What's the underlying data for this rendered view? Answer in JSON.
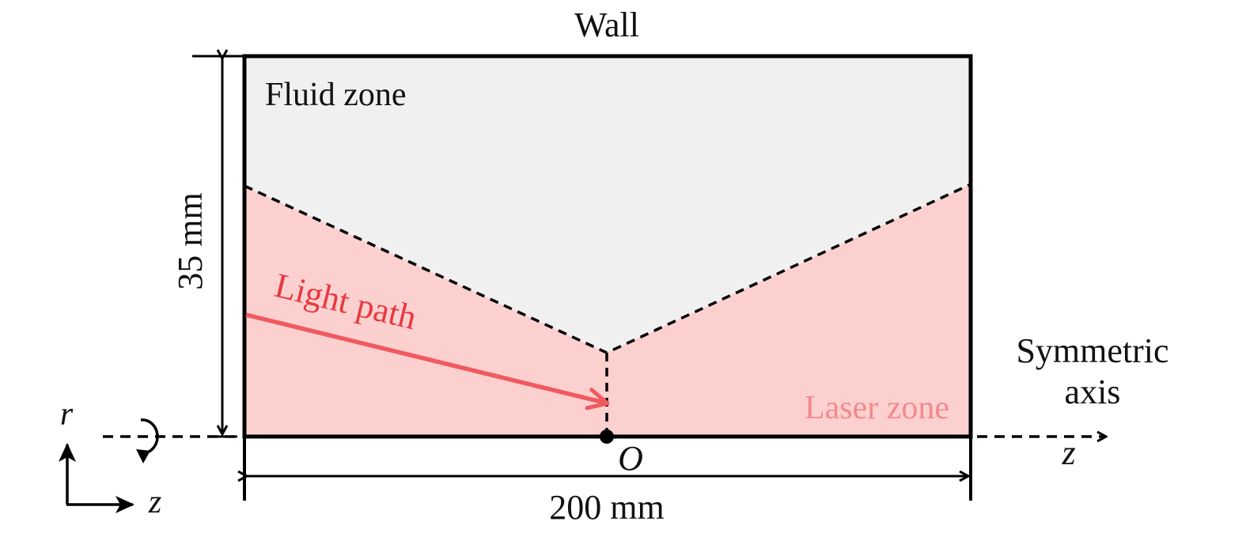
{
  "diagram": {
    "top_label": "Wall",
    "fluid_zone_label": "Fluid zone",
    "laser_zone_label": "Laser zone",
    "light_path_label": "Light path",
    "height_dimension": "35 mm",
    "width_dimension": "200 mm",
    "origin_label": "O",
    "symmetric_axis_line1": "Symmetric",
    "symmetric_axis_line2": "axis",
    "axis_z_label": "z",
    "coord_r_label": "r",
    "coord_z_label": "z",
    "colors": {
      "fluid_fill": "#f0f0f0",
      "laser_fill": "#fdd0d0",
      "light_path": "#f05a5e",
      "light_path_text": "#e8383e",
      "laser_text": "#f28a8d",
      "outline": "#000000"
    }
  }
}
